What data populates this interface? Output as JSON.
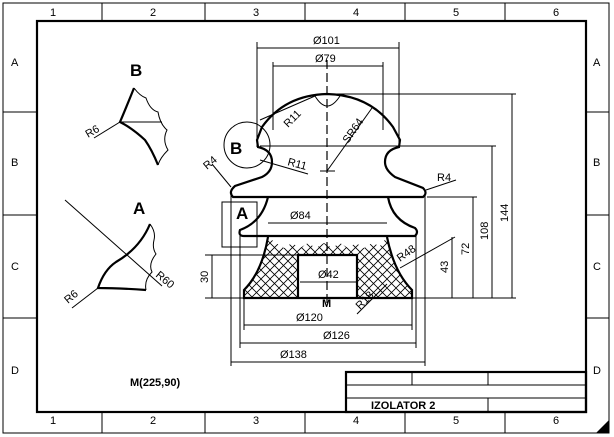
{
  "frame": {
    "columns": [
      "1",
      "2",
      "3",
      "4",
      "5",
      "6"
    ],
    "rows": [
      "A",
      "B",
      "C",
      "D"
    ]
  },
  "title_block": {
    "title": "IZOLATOR 2"
  },
  "dimensions": {
    "d101": "Ø101",
    "d79": "Ø79",
    "d84": "Ø84",
    "d42": "Ø42",
    "d120": "Ø120",
    "d126": "Ø126",
    "d138": "Ø138",
    "h144": "144",
    "h108": "108",
    "h72": "72",
    "h43": "43",
    "h30": "30",
    "r11a": "R11",
    "r11b": "R11",
    "sr64": "SR64",
    "r4a": "R4",
    "r4b": "R4",
    "r48": "R48",
    "r18": "R18",
    "m": "M"
  },
  "details": {
    "b_label": "B",
    "a_label": "A",
    "detail_b_title": "B",
    "detail_b_r": "R6",
    "detail_a_title": "A",
    "detail_a_r60": "R60",
    "detail_a_r6": "R6"
  },
  "note": "M(225,90)"
}
